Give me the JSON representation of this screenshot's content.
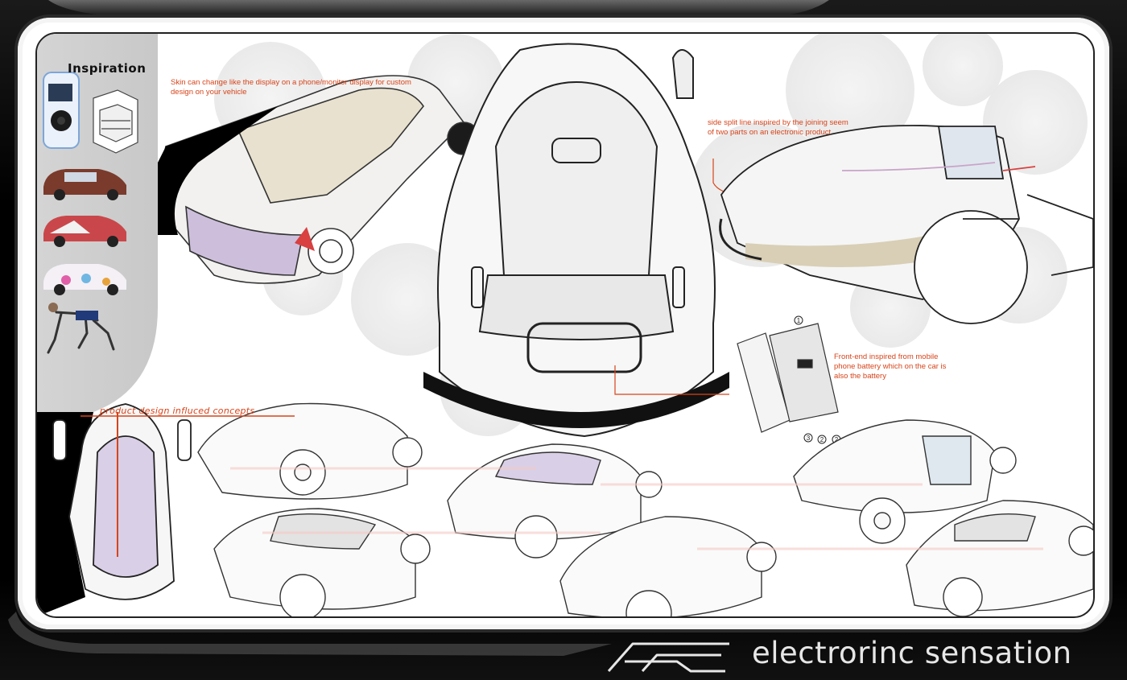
{
  "board": {
    "inspiration_title": "Inspiration",
    "notes": {
      "skin": "Skin can change like the display on a phone/monitor display for custom design on your vehicle",
      "split_line": "side split line inspired by the joining seem of two parts on an electronic product",
      "front_end": "Front-end inspired from mobile phone battery which on the car is also the battery"
    },
    "concepts_title": "product design influced concepts",
    "battery_callouts": [
      "1",
      "3",
      "2",
      "2"
    ]
  },
  "footer": {
    "brand_name": "electrorinc sensation",
    "logo_icon": "es-monogram-logo"
  },
  "colors": {
    "accent": "#d7441a",
    "frame": "#000000",
    "board": "#ffffff",
    "panel": "#dcdcdc"
  }
}
